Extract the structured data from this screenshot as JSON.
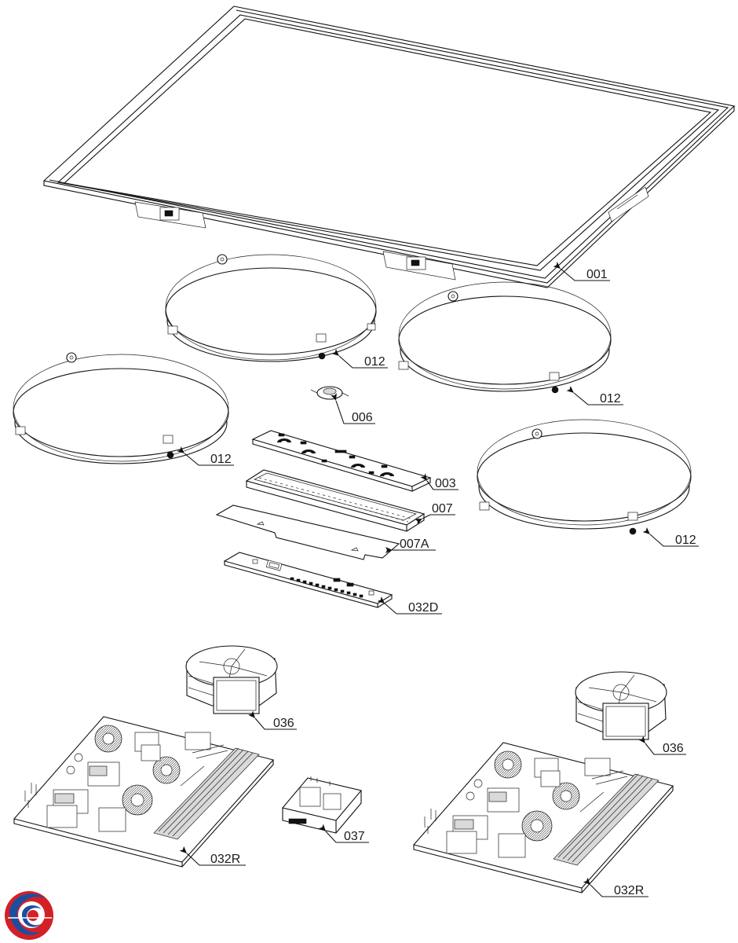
{
  "labels": {
    "p001": "001",
    "p012a": "012",
    "p012b": "012",
    "p012c": "012",
    "p012d": "012",
    "p006": "006",
    "p003": "003",
    "p007": "007",
    "p007a": "007A",
    "p032d": "032D",
    "p036a": "036",
    "p036b": "036",
    "p037": "037",
    "p032ra": "032R",
    "p032rb": "032R"
  },
  "colors": {
    "logo_red": "#d32027",
    "logo_blue": "#1d4e9e",
    "line": "#111111"
  },
  "icons": {
    "logo": "brand-swirl-logo"
  }
}
